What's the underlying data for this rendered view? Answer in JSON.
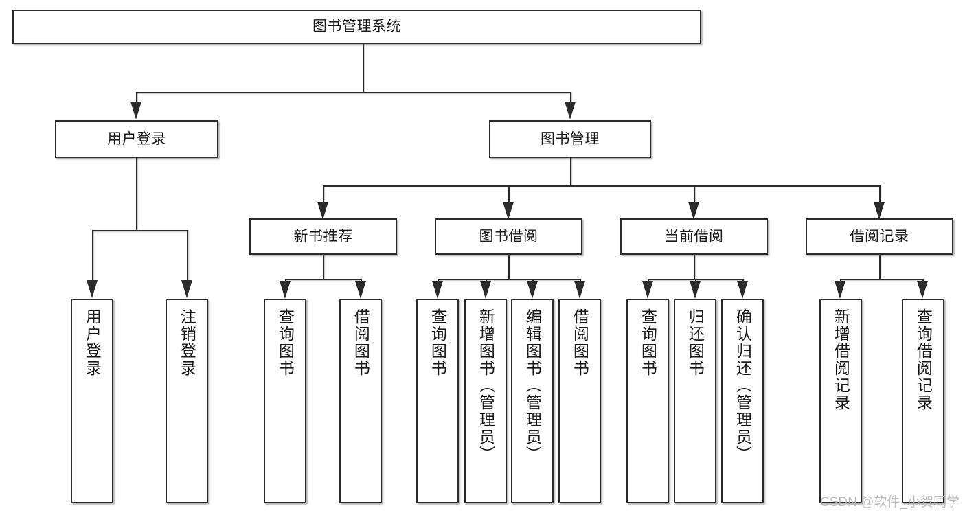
{
  "diagram": {
    "type": "tree-hierarchy",
    "title": "图书管理系统",
    "watermark": "CSDN @软件_小贺同学",
    "colors": {
      "stroke": "#2b2b2b",
      "fill": "#ffffff",
      "text": "#1a1a1a",
      "watermark": "#b9b9b9"
    },
    "levels": {
      "level1": [
        {
          "id": "root",
          "label": "图书管理系统"
        }
      ],
      "level2": [
        {
          "id": "user-login",
          "label": "用户登录"
        },
        {
          "id": "book-manage",
          "label": "图书管理"
        }
      ],
      "level3": [
        {
          "id": "new-book-rec",
          "label": "新书推荐"
        },
        {
          "id": "book-borrow",
          "label": "图书借阅"
        },
        {
          "id": "current-borrow",
          "label": "当前借阅"
        },
        {
          "id": "borrow-record",
          "label": "借阅记录"
        }
      ],
      "leaves": {
        "user-login": [
          {
            "id": "leaf-user-login",
            "label": "用户登录"
          },
          {
            "id": "leaf-logout",
            "label": "注销登录"
          }
        ],
        "new-book-rec": [
          {
            "id": "leaf-query-book-1",
            "label": "查询图书"
          },
          {
            "id": "leaf-borrow-book-1",
            "label": "借阅图书"
          }
        ],
        "book-borrow": [
          {
            "id": "leaf-query-book-2",
            "label": "查询图书"
          },
          {
            "id": "leaf-add-book",
            "label": "新增图书（管理员）"
          },
          {
            "id": "leaf-edit-book",
            "label": "编辑图书（管理员）"
          },
          {
            "id": "leaf-borrow-book-2",
            "label": "借阅图书"
          }
        ],
        "current-borrow": [
          {
            "id": "leaf-query-book-3",
            "label": "查询图书"
          },
          {
            "id": "leaf-return-book",
            "label": "归还图书"
          },
          {
            "id": "leaf-confirm-return",
            "label": "确认归还（管理员）"
          }
        ],
        "borrow-record": [
          {
            "id": "leaf-add-record",
            "label": "新增借阅记录"
          },
          {
            "id": "leaf-query-record",
            "label": "查询借阅记录"
          }
        ]
      }
    }
  }
}
